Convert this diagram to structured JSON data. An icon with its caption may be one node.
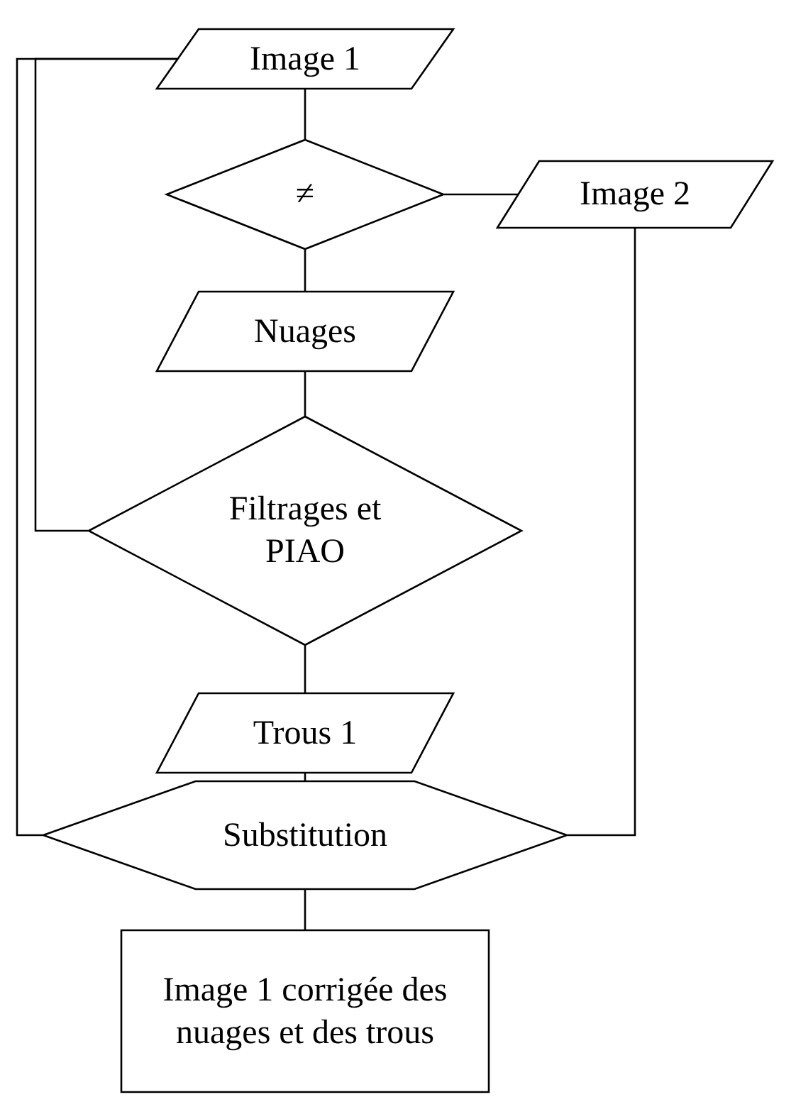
{
  "diagram": {
    "nodes": [
      {
        "text": [
          "Image 1"
        ]
      },
      {
        "text": [
          "≠"
        ]
      },
      {
        "text": [
          "Image 2"
        ]
      },
      {
        "text": [
          "Nuages"
        ]
      },
      {
        "text": [
          "Filtrages et PIAO"
        ]
      },
      {
        "text": [
          "Trous 1"
        ]
      },
      {
        "text": [
          "Substitution"
        ]
      },
      {
        "text": [
          "Image 1 corrigée des nuages et des trous"
        ]
      }
    ],
    "edges": [
      {
        "from": 0,
        "to": 1,
        "arrow": "none"
      },
      {
        "from": 1,
        "to": 2,
        "arrow": "none"
      },
      {
        "from": 1,
        "to": 3,
        "arrow": "none"
      },
      {
        "from": 3,
        "to": 4,
        "arrow": "none"
      },
      {
        "from": 0,
        "to": 4,
        "arrow": "none"
      },
      {
        "from": 0,
        "to": 6,
        "arrow": "none"
      },
      {
        "from": 4,
        "to": 5,
        "arrow": "none"
      },
      {
        "from": 5,
        "to": 6,
        "arrow": "none"
      },
      {
        "from": 2,
        "to": 6,
        "arrow": "none"
      },
      {
        "from": 6,
        "to": 7,
        "arrow": "none"
      }
    ]
  }
}
